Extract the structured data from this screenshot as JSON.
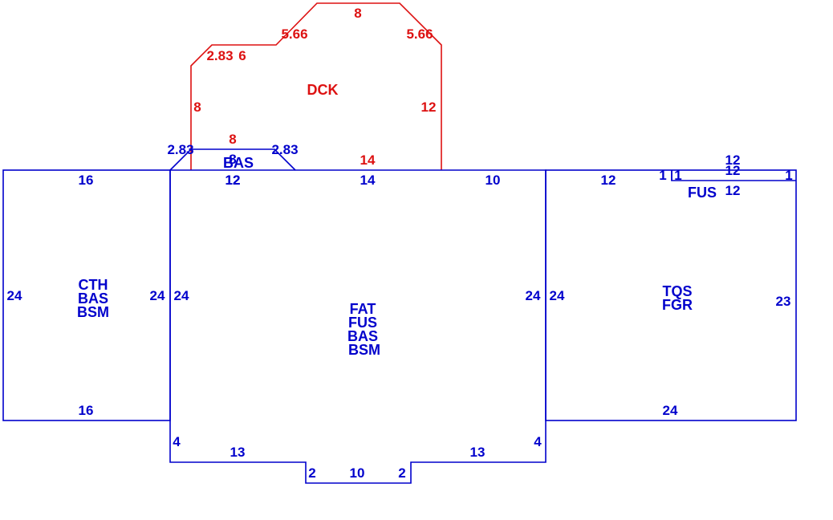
{
  "colors": {
    "building": "#0000cc",
    "deck": "#dd1111",
    "background": "#ffffff"
  },
  "sections": {
    "deck": {
      "codes": [
        "DCK"
      ],
      "dims": {
        "top": "8",
        "upper_left_diag": "5.66",
        "upper_right_diag": "5.66",
        "corner_diag": "2.83",
        "step": "6",
        "left": "8",
        "right": "12",
        "inner": "8",
        "bottom": "14"
      }
    },
    "bay": {
      "codes": [
        "BAS"
      ],
      "dims": {
        "left_diag": "2.83",
        "right_diag": "2.83",
        "top": "8",
        "base": "12"
      }
    },
    "left_wing": {
      "codes": [
        "CTH",
        "BAS",
        "BSM"
      ],
      "dims": {
        "top": "16",
        "bottom": "16",
        "left": "24",
        "right": "24"
      }
    },
    "main": {
      "codes": [
        "FAT",
        "FUS",
        "BAS",
        "BSM"
      ],
      "dims": {
        "top_left": "12",
        "top_mid": "14",
        "top_right": "10",
        "left": "24",
        "right": "24",
        "jog_left": "4",
        "jog_right": "4",
        "bottom_left": "13",
        "bottom_right": "13",
        "bump_left": "2",
        "bump_bottom": "10",
        "bump_right": "2"
      }
    },
    "right_wing": {
      "codes": [
        "TQS",
        "FGR"
      ],
      "dims": {
        "top": "12",
        "left": "24",
        "right": "23",
        "bottom": "24",
        "notch_left_a": "1",
        "notch_left_b": "1",
        "notch_right": "1"
      }
    },
    "overhang": {
      "codes": [
        "FUS"
      ],
      "dims": {
        "top": "12",
        "mid": "12",
        "bottom": "12"
      }
    }
  }
}
